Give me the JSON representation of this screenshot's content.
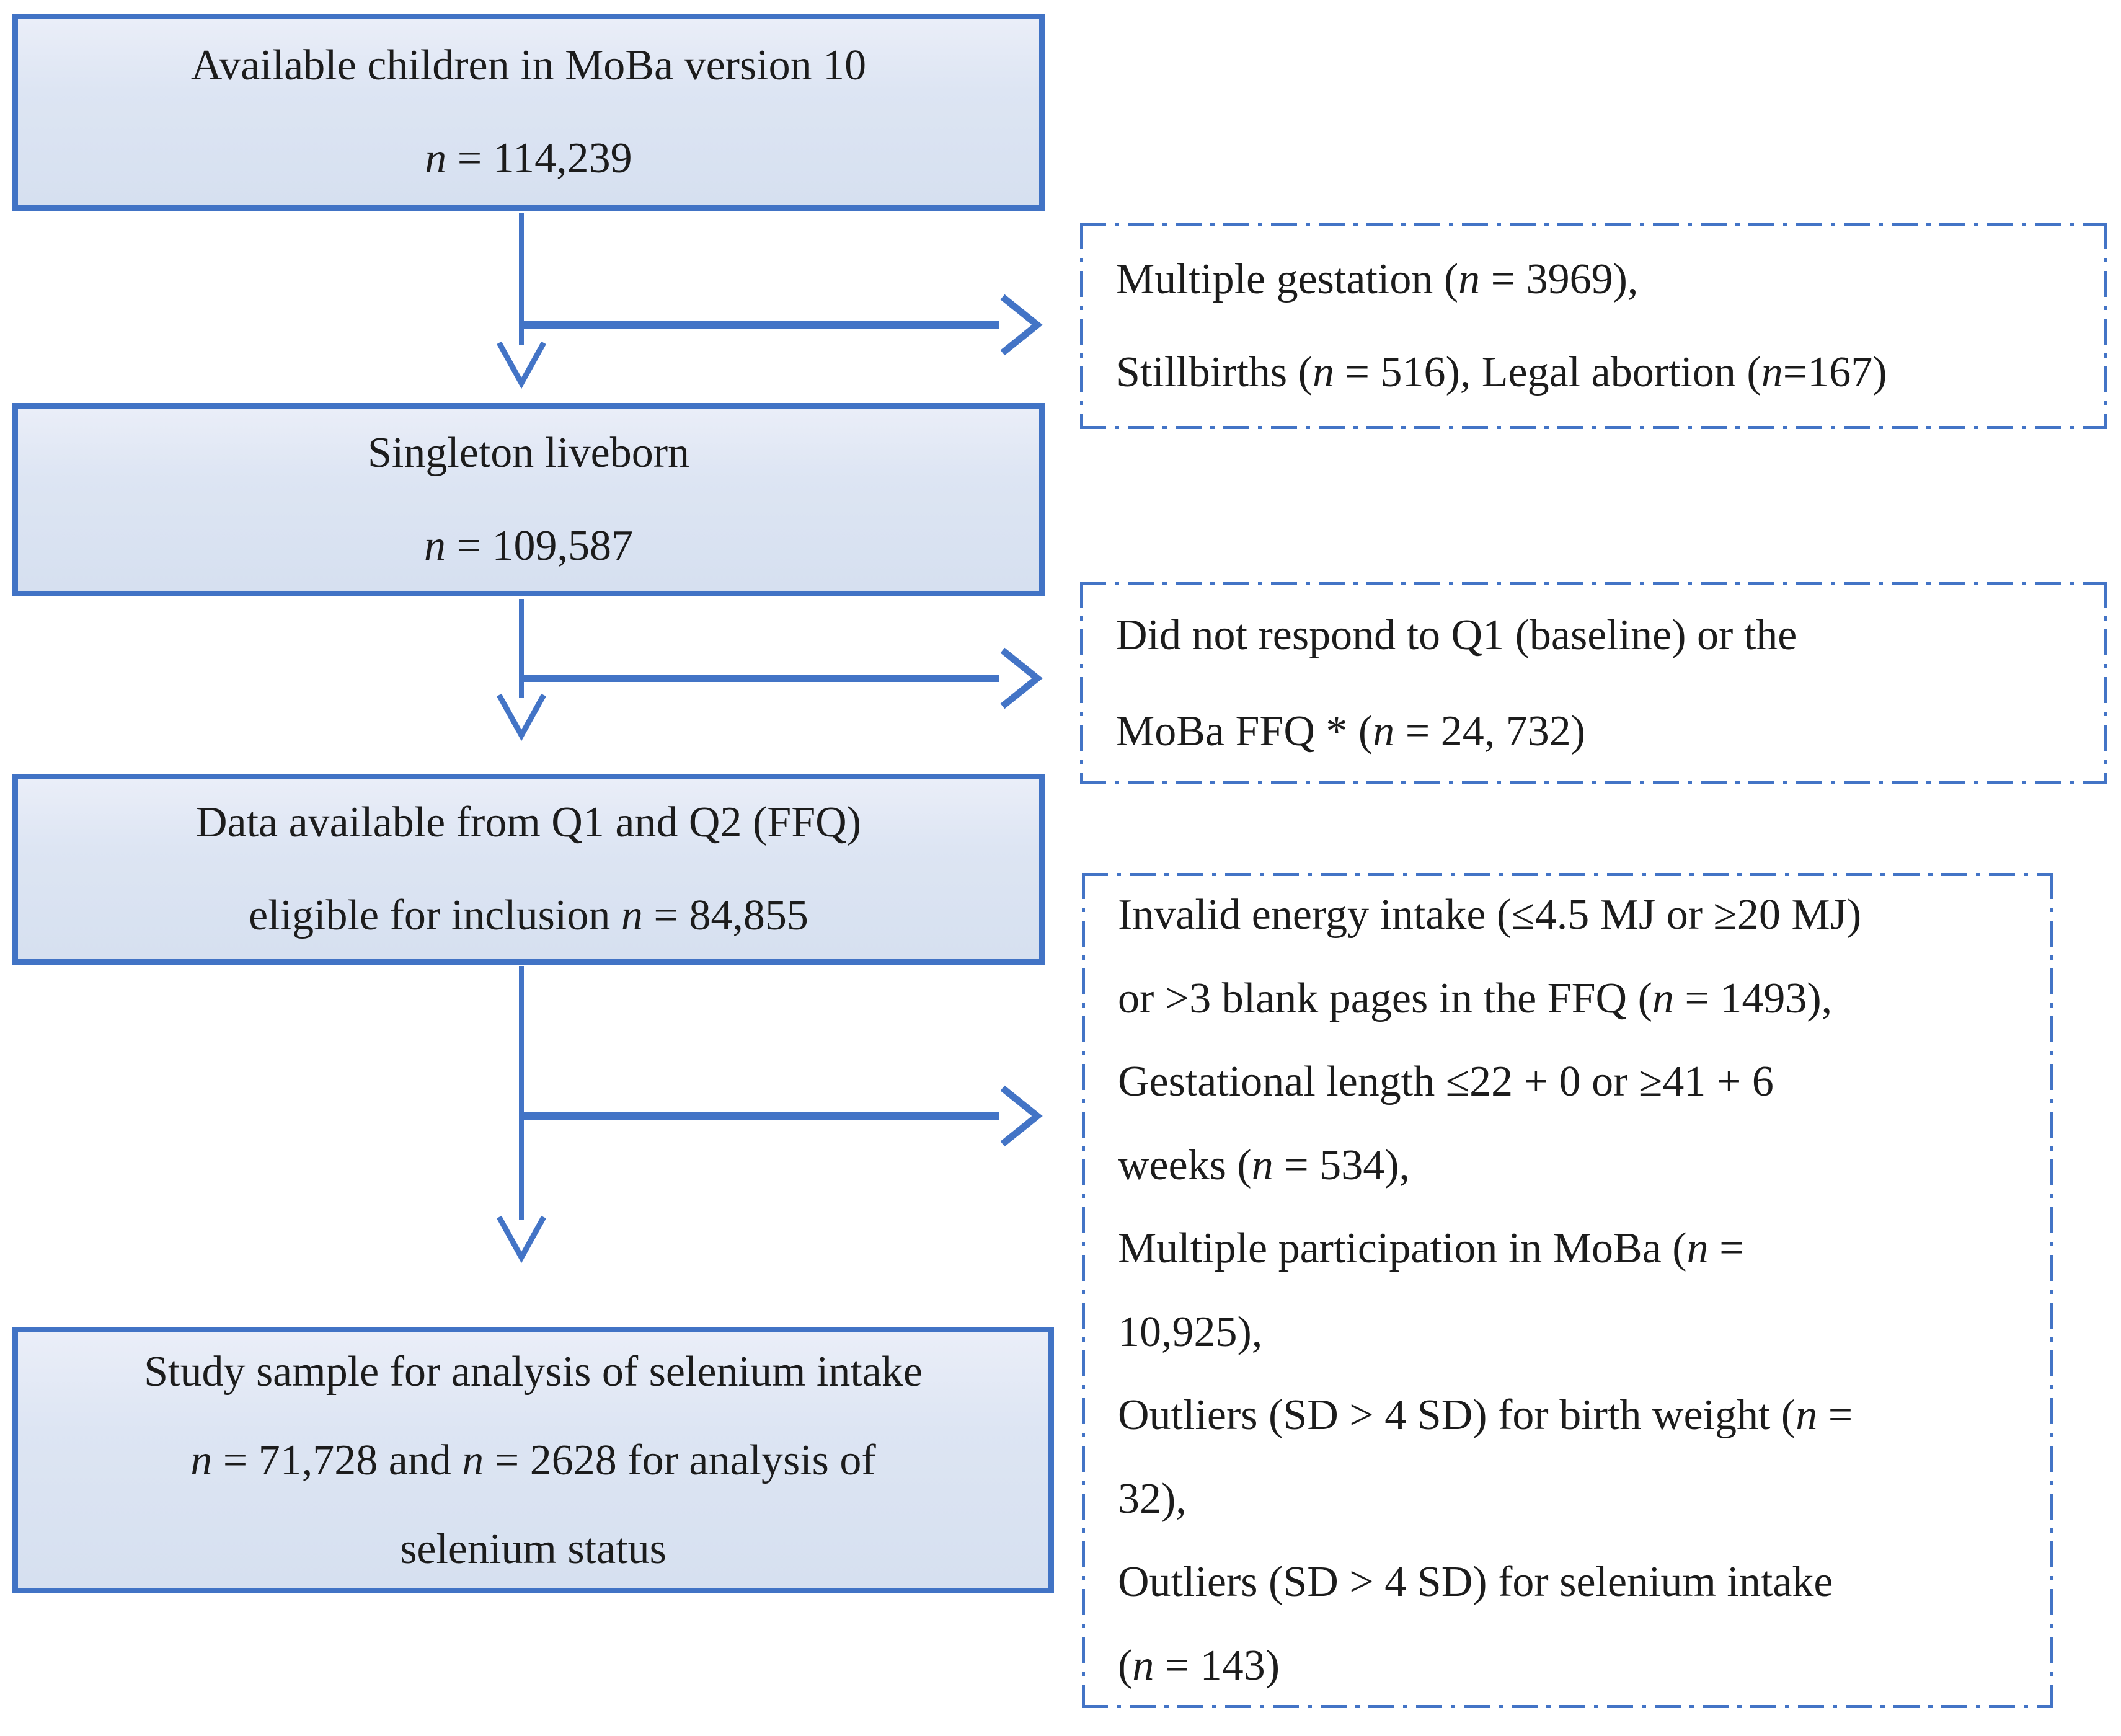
{
  "figure": {
    "description": "Participant selection flowchart",
    "background": "#ffffff",
    "accent_color": "#4374c6",
    "solid_box_border": "#4173c5",
    "solid_box_fill": "#dbe4f3",
    "text_color": "#1c1c1c"
  },
  "flow_boxes": [
    {
      "id": "available-children",
      "lines": [
        "Available children in MoBa version 10",
        "_n_ = 114,239"
      ]
    },
    {
      "id": "singleton-liveborn",
      "lines": [
        "Singleton liveborn",
        "_n_ = 109,587"
      ]
    },
    {
      "id": "eligible-for-inclusion",
      "lines": [
        "Data available from Q1 and Q2 (FFQ)",
        "eligible for inclusion _n_ = 84,855"
      ]
    },
    {
      "id": "study-sample",
      "lines": [
        "Study sample for analysis of selenium intake",
        "_n_ = 71,728 and _n_ = 2628 for analysis of",
        "selenium status"
      ]
    }
  ],
  "exclusion_boxes": [
    {
      "id": "exclusion-1",
      "lines": [
        "Multiple gestation (_n_ = 3969),",
        "Stillbirths (_n_ = 516), Legal abortion (_n_=167)"
      ]
    },
    {
      "id": "exclusion-2",
      "lines": [
        "Did not respond to Q1 (baseline) or the",
        "MoBa FFQ * (_n_ = 24, 732)"
      ]
    },
    {
      "id": "exclusion-3",
      "lines": [
        "Invalid energy intake (≤4.5 MJ or ≥20 MJ)",
        "or >3 blank pages in the FFQ (_n_ = 1493),",
        "Gestational length ≤22 + 0 or ≥41 + 6",
        "weeks (_n_ = 534),",
        "Multiple participation in MoBa (_n_ =",
        "10,925),",
        "Outliers (SD > 4 SD) for birth weight (_n_ =",
        "32),",
        "Outliers (SD > 4 SD) for selenium intake",
        "(_n_ = 143)"
      ]
    }
  ]
}
